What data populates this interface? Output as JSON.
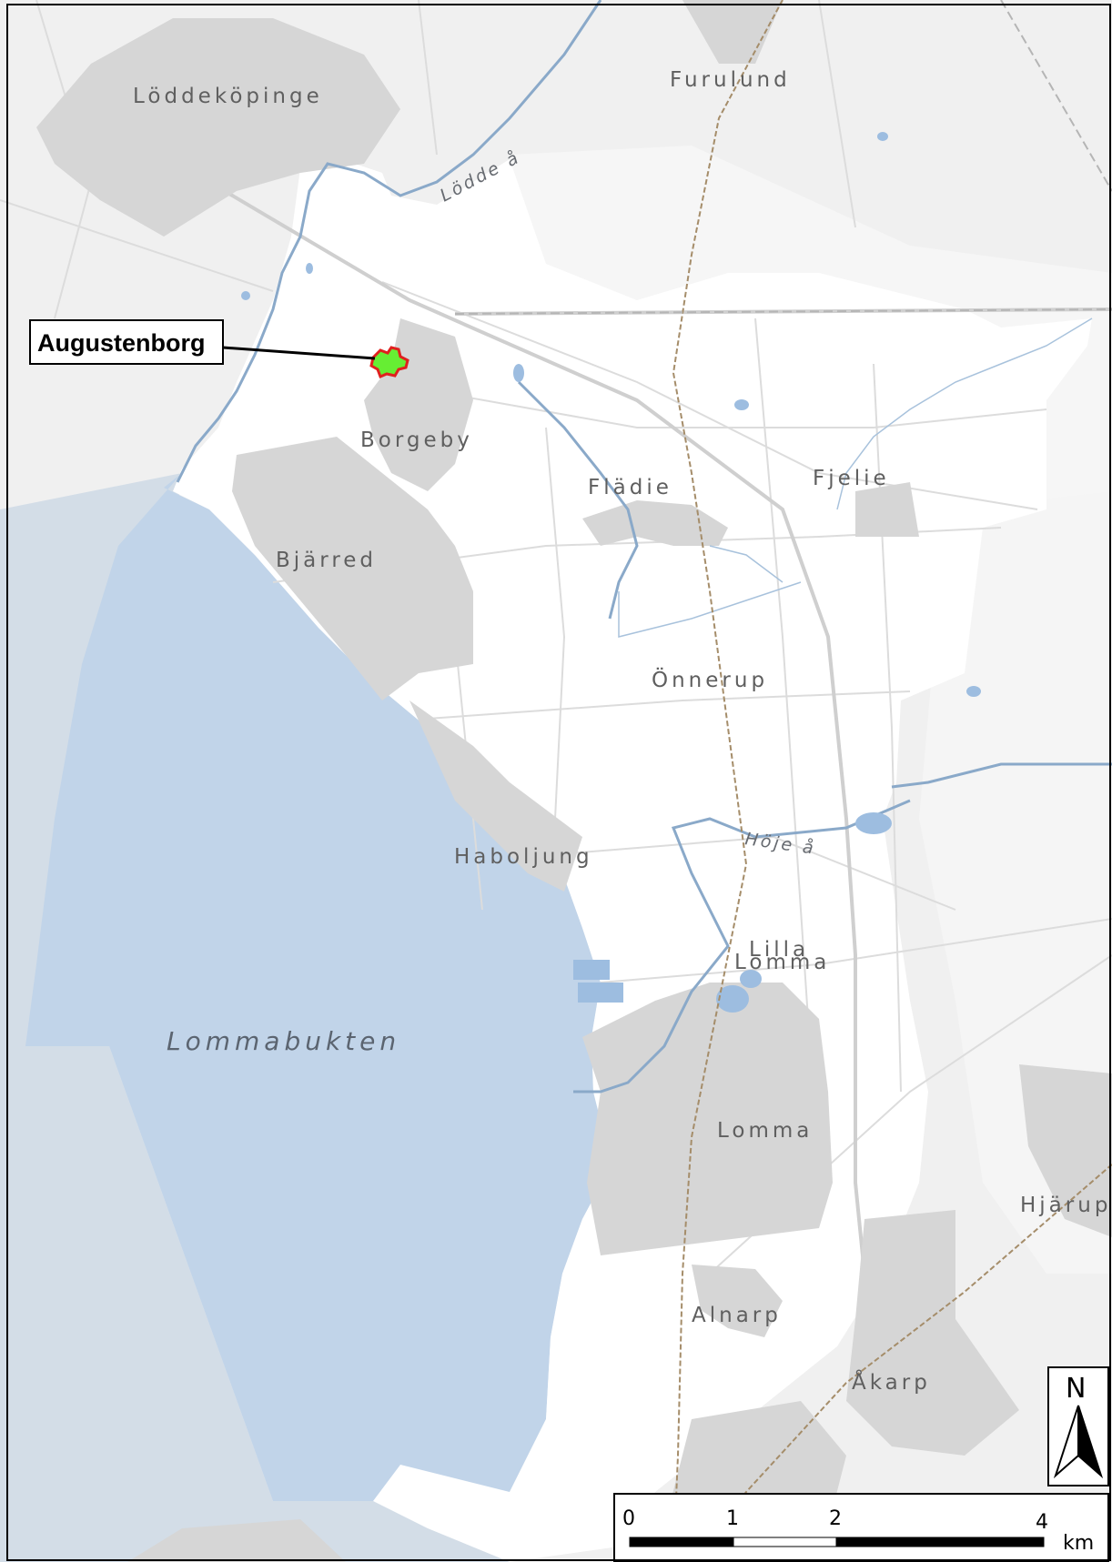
{
  "labels": {
    "loddekopinge": "Löddeköpinge",
    "furulund": "Furulund",
    "lodde_a": "Lödde å",
    "borgeby": "Borgeby",
    "fladie": "Flädie",
    "fjelie": "Fjelie",
    "bjarred": "Bjärred",
    "onnerup": "Önnerup",
    "haboljung": "Haboljung",
    "hoje_a": "Höje å",
    "lilla": "Lilla",
    "lilla_lomma": "Lomma",
    "lommabukten": "Lommabukten",
    "lomma": "Lomma",
    "hjarup": "Hjärup",
    "alnarp": "Alnarp",
    "akarp": "Åkarp"
  },
  "callout": {
    "name": "Augustenborg"
  },
  "scale_bar": {
    "ticks": [
      "0",
      "1",
      "2",
      "4"
    ],
    "unit": "km"
  },
  "north_arrow": {
    "label": "N"
  },
  "colors": {
    "background": "#f0f0f0",
    "municipality": "#ffffff",
    "sea": "#c1d4e9",
    "open_sea": "#d3dde7",
    "urban": "#d6d6d6",
    "water": "#9dbde0",
    "river": "#8aa9c9",
    "road": "#dcdcdc",
    "railway": "#a58d6a",
    "highlight_fill": "#66ee33",
    "highlight_outline": "#e0201e"
  }
}
